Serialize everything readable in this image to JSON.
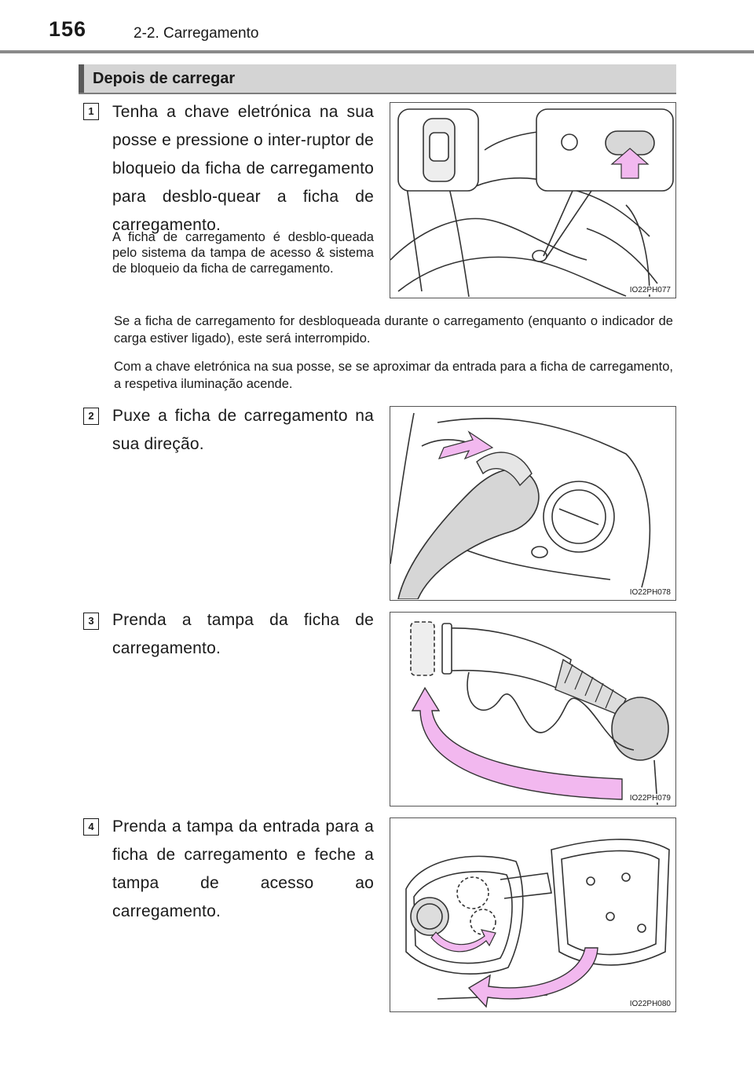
{
  "header": {
    "page_number": "156",
    "section": "2-2. Carregamento"
  },
  "banner": {
    "title": "Depois de carregar"
  },
  "steps": [
    {
      "number": "1",
      "text": "Tenha a chave eletrónica na sua posse e pressione o inter-ruptor de bloqueio da ficha de carregamento para desblo-quear a ficha de carregamento.",
      "subtext": "A ficha de carregamento é desblo-queada pelo sistema da tampa de acesso & sistema de bloqueio da ficha de carregamento.",
      "figure_code": "IO22PH077"
    },
    {
      "number": "2",
      "text": "Puxe a ficha de carregamento na sua direção.",
      "figure_code": "IO22PH078"
    },
    {
      "number": "3",
      "text": "Prenda a tampa da ficha de carregamento.",
      "figure_code": "IO22PH079"
    },
    {
      "number": "4",
      "text": "Prenda a tampa da entrada para a ficha de carregamento e feche a tampa de acesso ao carregamento.",
      "figure_code": "IO22PH080"
    }
  ],
  "notes": [
    "Se a ficha de carregamento for desbloqueada durante o carregamento (enquanto o indicador de carga estiver ligado), este será interrompido.",
    "Com a chave eletrónica na sua posse, se se aproximar da entrada para a ficha de carregamento, a respetiva iluminação acende."
  ],
  "colors": {
    "arrow": "#f2b8ef",
    "banner": "#d4d4d4",
    "rule": "#8a8a8a"
  }
}
